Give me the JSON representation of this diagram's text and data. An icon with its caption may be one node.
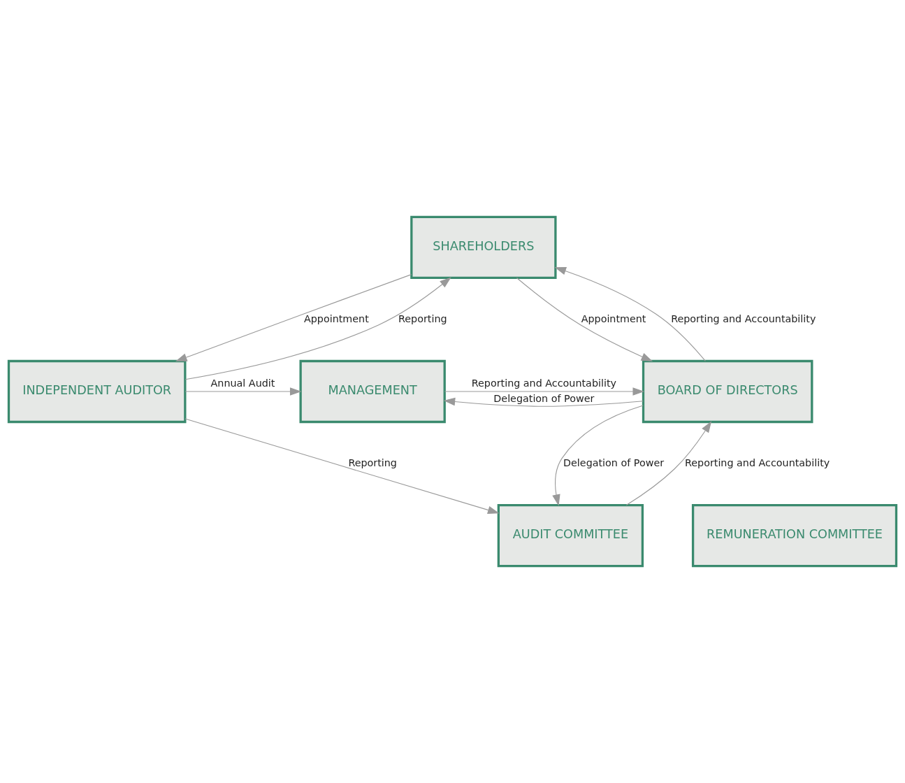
{
  "diagram": {
    "nodes": [
      {
        "text": [
          "SHAREHOLDERS"
        ]
      },
      {
        "text": [
          "INDEPENDENT AUDITOR"
        ]
      },
      {
        "text": [
          "BOARD OF DIRECTORS"
        ]
      },
      {
        "text": [
          "MANAGEMENT"
        ]
      },
      {
        "text": [
          "AUDIT COMMITTEE"
        ]
      },
      {
        "text": [
          "REMUNERATION COMMITTEE"
        ]
      }
    ],
    "edges": [
      {
        "from": 0,
        "to": 1,
        "arrow": "to",
        "label": "Appointment"
      },
      {
        "from": 1,
        "to": 0,
        "arrow": "to",
        "label": "Reporting"
      },
      {
        "from": 0,
        "to": 2,
        "arrow": "to",
        "label": "Appointment"
      },
      {
        "from": 2,
        "to": 0,
        "arrow": "to",
        "label": "Reporting and Accountability"
      },
      {
        "from": 2,
        "to": 3,
        "arrow": "to",
        "label": "Delegation of Power"
      },
      {
        "from": 3,
        "to": 2,
        "arrow": "to",
        "label": "Reporting and Accountability"
      },
      {
        "from": 1,
        "to": 4,
        "arrow": "to",
        "label": "Reporting"
      },
      {
        "from": 2,
        "to": 4,
        "arrow": "to",
        "label": "Delegation of Power"
      },
      {
        "from": 4,
        "to": 2,
        "arrow": "to",
        "label": "Reporting and Accountability"
      },
      {
        "from": 1,
        "to": 3,
        "arrow": "to",
        "label": "Annual Audit"
      }
    ]
  }
}
